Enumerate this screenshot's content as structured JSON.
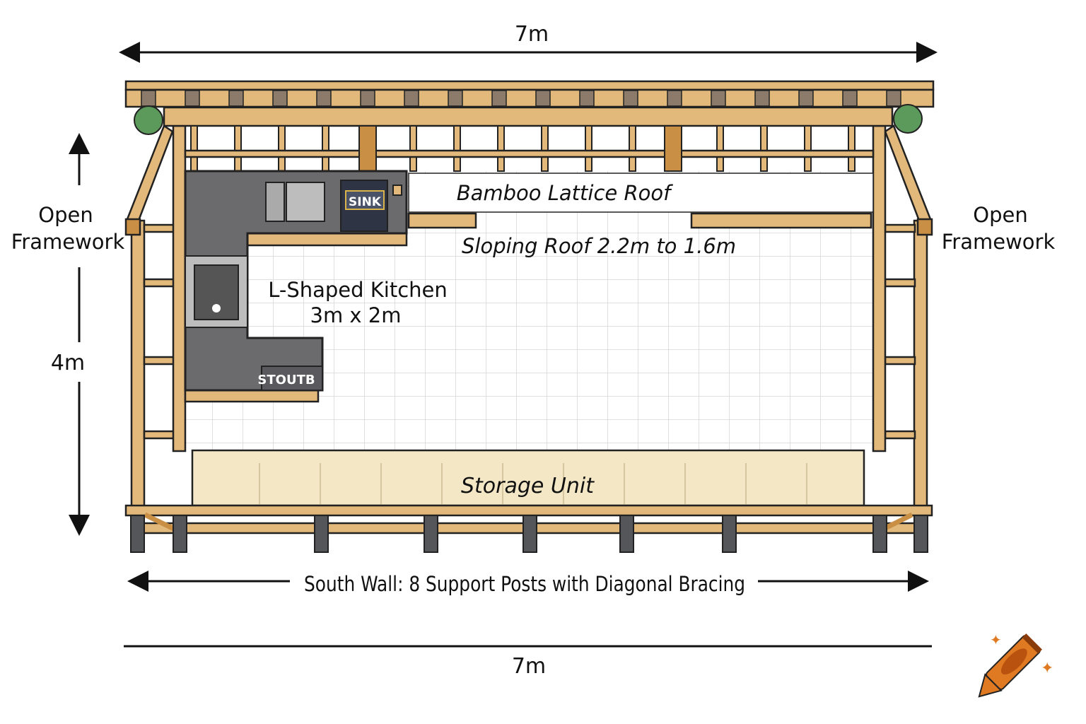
{
  "dimensions": {
    "top_width": "7m",
    "bottom_width": "7m",
    "depth": "4m"
  },
  "side_labels": {
    "left": [
      "Open",
      "Framework"
    ],
    "right": [
      "Open",
      "Framework"
    ]
  },
  "roof": {
    "lattice_label": "Bamboo Lattice Roof",
    "slope_label": "Sloping Roof 2.2m to 1.6m"
  },
  "kitchen": {
    "title": "L-Shaped Kitchen",
    "size": "3m x 2m",
    "sink_label": "SINK",
    "cabinet_label": "STOUTB"
  },
  "storage": {
    "label": "Storage Unit"
  },
  "south_wall": {
    "label": "South Wall: 8 Support Posts with Diagonal Bracing"
  },
  "colors": {
    "wood": "#e2b97a",
    "counter": "#6b6b6d",
    "sink": "#2e3444",
    "storage": "#f3e7c6",
    "accent": "#e07a22"
  },
  "icons": {
    "logo": "crayon-icon"
  }
}
